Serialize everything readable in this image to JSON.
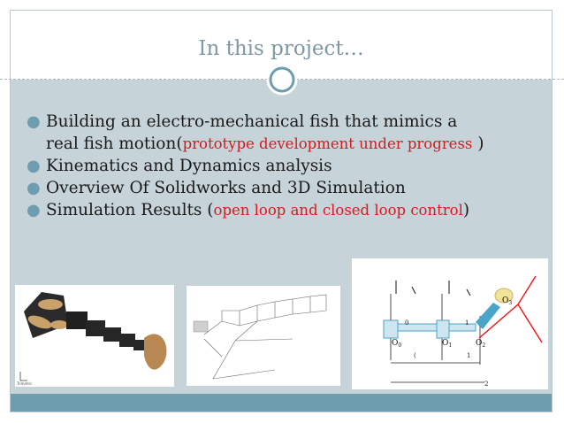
{
  "slide": {
    "title": "In this project…",
    "bullets": {
      "b1_main": "Building an electro-mechanical fish that mimics a",
      "b1_cont": "real fish motion(",
      "b1_red": "prototype development under progress",
      "b1_close": " )",
      "b2": "Kinematics and Dynamics analysis",
      "b3": "Overview Of Solidworks and 3D Simulation",
      "b4_main": "Simulation Results (",
      "b4_red": "open loop and closed loop control",
      "b4_close": ")"
    },
    "diagram_labels": {
      "o0": "O",
      "o0_sub": "0",
      "o1": "O",
      "o1_sub": "1",
      "o2": "O",
      "o2_sub": "2",
      "o3": "O",
      "o3_sub": "3",
      "len0": "0",
      "len1": "1",
      "dim0": "(",
      "dim1": "1",
      "dim2": "2"
    },
    "icons": {
      "bullet": "bullet-icon",
      "logo": "circle-logo-icon"
    },
    "colors": {
      "accent": "#6f9db0",
      "title": "#7e98a4",
      "content_bg": "#c6d4da",
      "highlight": "#d8191f"
    }
  }
}
